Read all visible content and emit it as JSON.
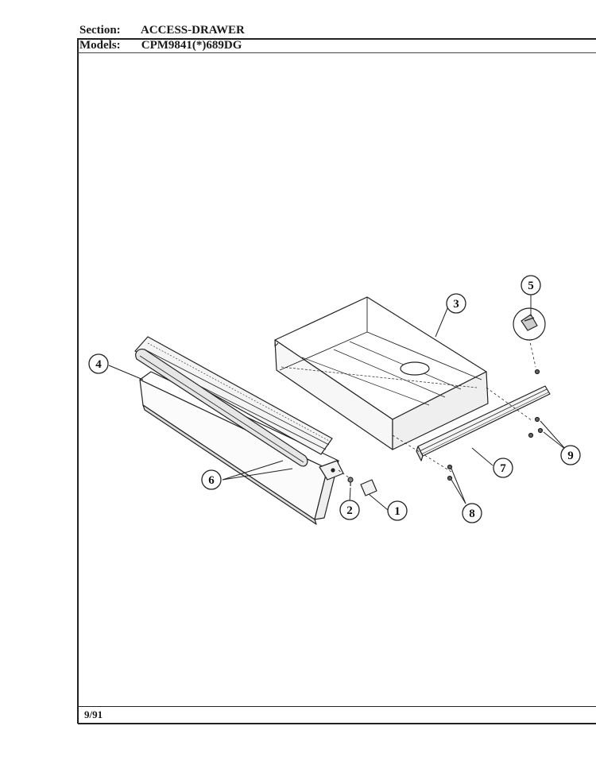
{
  "header": {
    "section_label": "Section:",
    "section_value": "ACCESS-DRAWER",
    "models_label": "Models:",
    "models_value": "CPM9841(*)689DG"
  },
  "footer": {
    "date": "9/91"
  },
  "callouts": [
    {
      "id": "1",
      "label": "1"
    },
    {
      "id": "2",
      "label": "2"
    },
    {
      "id": "3",
      "label": "3"
    },
    {
      "id": "4",
      "label": "4"
    },
    {
      "id": "5",
      "label": "5"
    },
    {
      "id": "6",
      "label": "6"
    },
    {
      "id": "7",
      "label": "7"
    },
    {
      "id": "8",
      "label": "8"
    },
    {
      "id": "9",
      "label": "9"
    }
  ]
}
